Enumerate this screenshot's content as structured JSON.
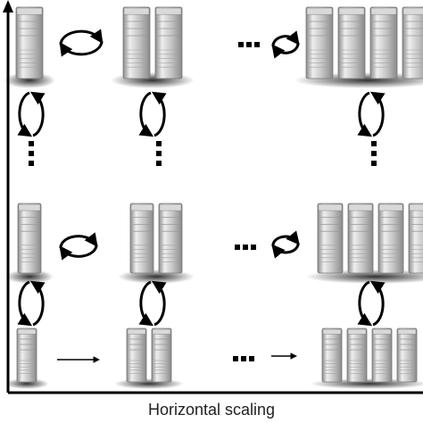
{
  "diagram": {
    "x_axis_label": "Horizontal scaling",
    "axis_color": "#000000",
    "server_body_color": "#c4c4c4",
    "server_highlight_color": "#eeeeee",
    "server_shade_color": "#8a8a8a",
    "shadow_color": "#1a1a1a",
    "arrow_color": "#000000",
    "rows": [
      {
        "groups": [
          1,
          2,
          4
        ],
        "link": "swap"
      },
      {
        "groups": [
          1,
          2,
          4
        ],
        "link": "swap"
      },
      {
        "groups": [
          1,
          2,
          4
        ],
        "link": "arrow"
      }
    ],
    "icons": [
      "server-tower-icon",
      "circular-swap-arrows-icon",
      "ellipsis-dots-icon",
      "right-arrow-icon"
    ]
  }
}
